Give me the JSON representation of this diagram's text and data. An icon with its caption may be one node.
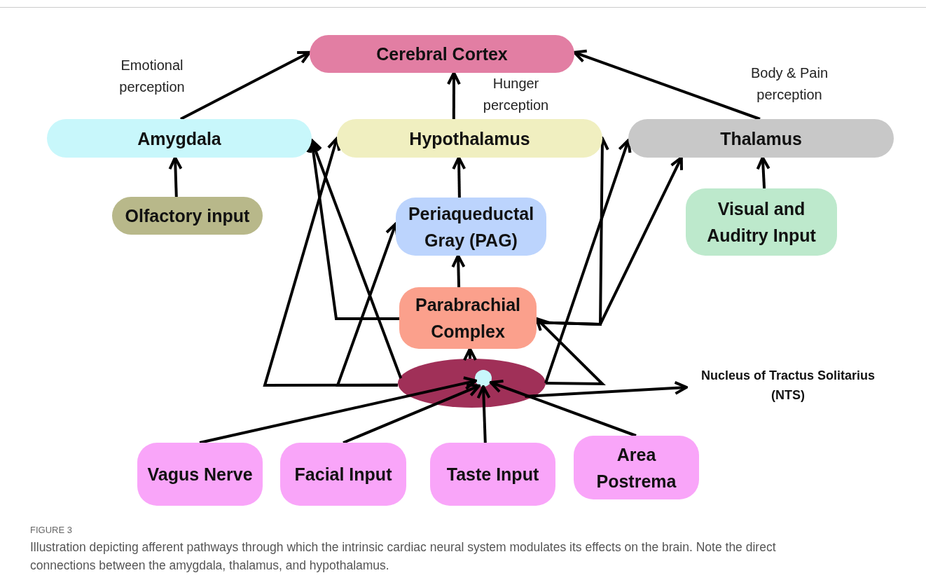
{
  "diagram": {
    "caption": "Illustration depicting afferent pathways through which the intrinsic cardiac neural system modulates its effects on the brain. Note the direct connections between the amygdala, thalamus, and hypothalamus.",
    "nodes": [
      {
        "text": [
          "Cerebral Cortex"
        ]
      },
      {
        "text": [
          "Amygdala"
        ]
      },
      {
        "text": [
          "Hypothalamus"
        ]
      },
      {
        "text": [
          "Thalamus"
        ]
      },
      {
        "text": [
          "Olfactory input"
        ]
      },
      {
        "text": [
          "Periaqueductal Gray (PAG)"
        ]
      },
      {
        "text": [
          "Visual and Auditry Input"
        ]
      },
      {
        "text": [
          "Parabrachial Complex"
        ]
      },
      {
        "text": [],
        "shape": "ellipse"
      },
      {
        "text": [],
        "shape": "circle",
        "in": 8
      },
      {
        "text": [
          "Nucleus of Tractus Solitarius (NTS)"
        ]
      },
      {
        "text": [
          "Vagus Nerve"
        ]
      },
      {
        "text": [
          "Facial Input"
        ]
      },
      {
        "text": [
          "Taste Input"
        ]
      },
      {
        "text": [
          "Area Postrema"
        ]
      }
    ],
    "edges": [
      {
        "from": 1,
        "to": 0,
        "arrow": "to",
        "label": "Emotional perception"
      },
      {
        "from": 2,
        "to": 0,
        "arrow": "to",
        "label": "Hunger perception"
      },
      {
        "from": 3,
        "to": 0,
        "arrow": "to",
        "label": "Body & Pain perception"
      },
      {
        "from": 4,
        "to": 1,
        "arrow": "to"
      },
      {
        "from": 5,
        "to": 2,
        "arrow": "to"
      },
      {
        "from": 6,
        "to": 3,
        "arrow": "to"
      },
      {
        "from": 7,
        "to": 5,
        "arrow": "to"
      },
      {
        "from": 8,
        "to": 7,
        "arrow": "to"
      },
      {
        "from": 8,
        "to": 2,
        "arrow": "to"
      },
      {
        "from": 8,
        "to": 5,
        "arrow": "to"
      },
      {
        "from": 8,
        "to": 1,
        "arrow": "to"
      },
      {
        "from": 7,
        "to": 1,
        "arrow": "to"
      },
      {
        "from": 7,
        "to": 2,
        "arrow": "to"
      },
      {
        "from": 7,
        "to": 3,
        "arrow": "to"
      },
      {
        "from": 8,
        "to": 3,
        "arrow": "to"
      },
      {
        "from": 8,
        "to": 7,
        "arrow": "to"
      },
      {
        "from": 8,
        "to": 10,
        "arrow": "to"
      },
      {
        "from": 11,
        "to": 9,
        "arrow": "to"
      },
      {
        "from": 12,
        "to": 9,
        "arrow": "to"
      },
      {
        "from": 13,
        "to": 9,
        "arrow": "to"
      },
      {
        "from": 14,
        "to": 9,
        "arrow": "to"
      }
    ],
    "labels": [
      "FIGURE 3"
    ]
  }
}
